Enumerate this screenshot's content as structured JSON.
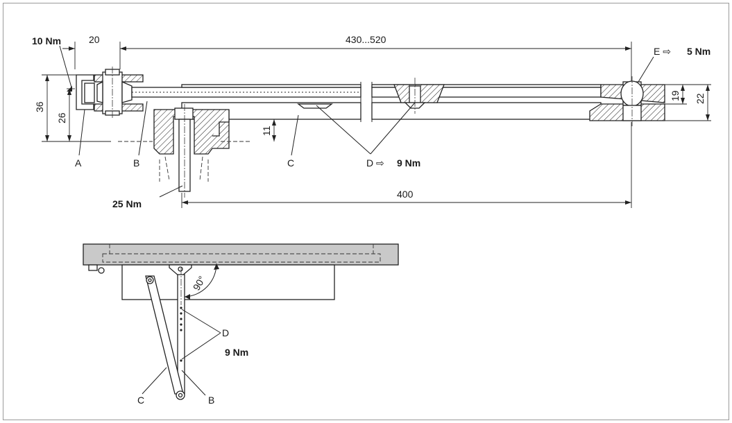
{
  "labels": {
    "torque_a": "10 Nm",
    "dim_20": "20",
    "dim_span": "430...520",
    "label_e": "E ⇨",
    "torque_e": "5 Nm",
    "dim_36": "36",
    "dim_26": "26",
    "dim_11": "11",
    "dim_19": "19",
    "dim_22": "22",
    "part_a": "A",
    "part_b": "B",
    "part_c": "C",
    "label_d": "D ⇨",
    "torque_d": "9 Nm",
    "torque_bolt": "25 Nm",
    "dim_400": "400",
    "angle_90": "90°",
    "lower_d": "D",
    "lower_torque_d": "9 Nm",
    "lower_c": "C",
    "lower_b": "B"
  },
  "colors": {
    "line": "#222222",
    "frame": "#9a9a9a",
    "panel_fill": "#c9c9c9"
  }
}
